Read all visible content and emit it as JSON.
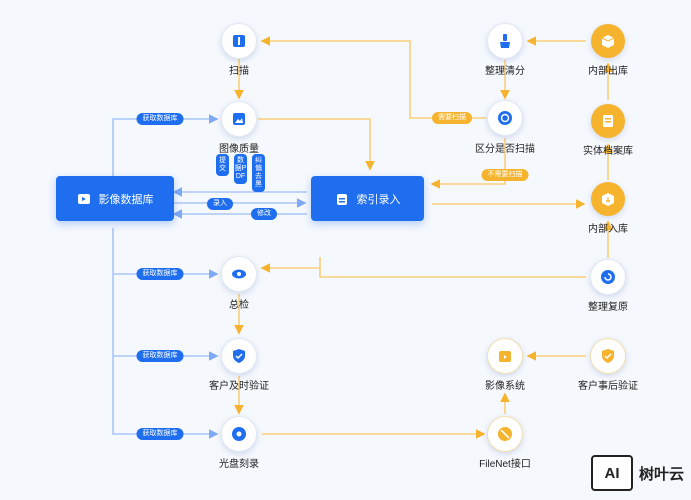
{
  "nodes": {
    "scan": "扫描",
    "image_quality": "图像质量",
    "image_db": "影像数据库",
    "index_entry": "索引录入",
    "total_check": "总检",
    "customer_check": "客户及时验证",
    "disc_burn": "光盘刻录",
    "sort_clean": "整理清分",
    "internal_out": "内部出库",
    "distinguish_scan": "区分是否扫描",
    "physical_archive": "实体档案库",
    "internal_in": "内部入库",
    "restore": "整理复原",
    "image_system": "影像系统",
    "customer_post_check": "客户事后验证",
    "filenet": "FileNet接口"
  },
  "tags": {
    "get_db_1": "获取数据库",
    "get_db_2": "获取数据库",
    "get_db_3": "获取数据库",
    "get_db_4": "获取数据库",
    "need_scan": "需要扫描",
    "no_scan": "不需要扫描",
    "submit": "提交",
    "pdf": "数据PDF",
    "correct": "纠偏去黑",
    "entry": "录入",
    "modify": "修改"
  },
  "brand": {
    "mark": "AI",
    "name": "树叶云"
  },
  "colors": {
    "blue": "#1f6ef0",
    "yellow": "#f6b32d",
    "line_blue": "#a9c6f7",
    "line_yellow": "#f9cf7a"
  }
}
